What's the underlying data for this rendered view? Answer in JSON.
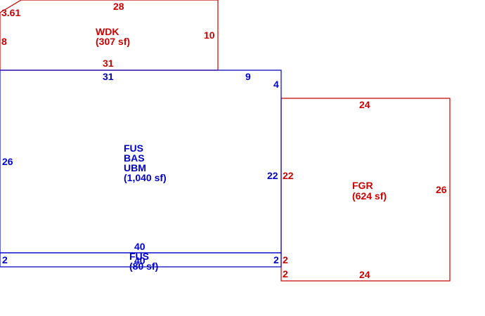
{
  "colors": {
    "red": "#cc0000",
    "blue": "#0000cc"
  },
  "areas": {
    "wdk": {
      "code": "WDK",
      "area": "(307 sf)"
    },
    "main": {
      "codes": [
        "FUS",
        "BAS",
        "UBM"
      ],
      "area": "(1,040 sf)"
    },
    "fgr": {
      "code": "FGR",
      "area": "(624 sf)"
    },
    "fus_strip": {
      "code": "FUS",
      "area": "(80 sf)"
    }
  },
  "dims": {
    "wdk_top": "28",
    "wdk_diag": "3.61",
    "wdk_left": "8",
    "wdk_right": "10",
    "wdk_bottom": "31",
    "main_top": "31",
    "main_top_right": "9",
    "main_right_top": "4",
    "main_left": "26",
    "main_right": "22",
    "main_bottom": "40",
    "strip_top": "40",
    "strip_left": "2",
    "strip_right": "2",
    "fgr_top": "24",
    "fgr_left": "22",
    "fgr_right": "26",
    "fgr_bottom": "24",
    "fgr_left_a": "2",
    "fgr_left_b": "2"
  }
}
